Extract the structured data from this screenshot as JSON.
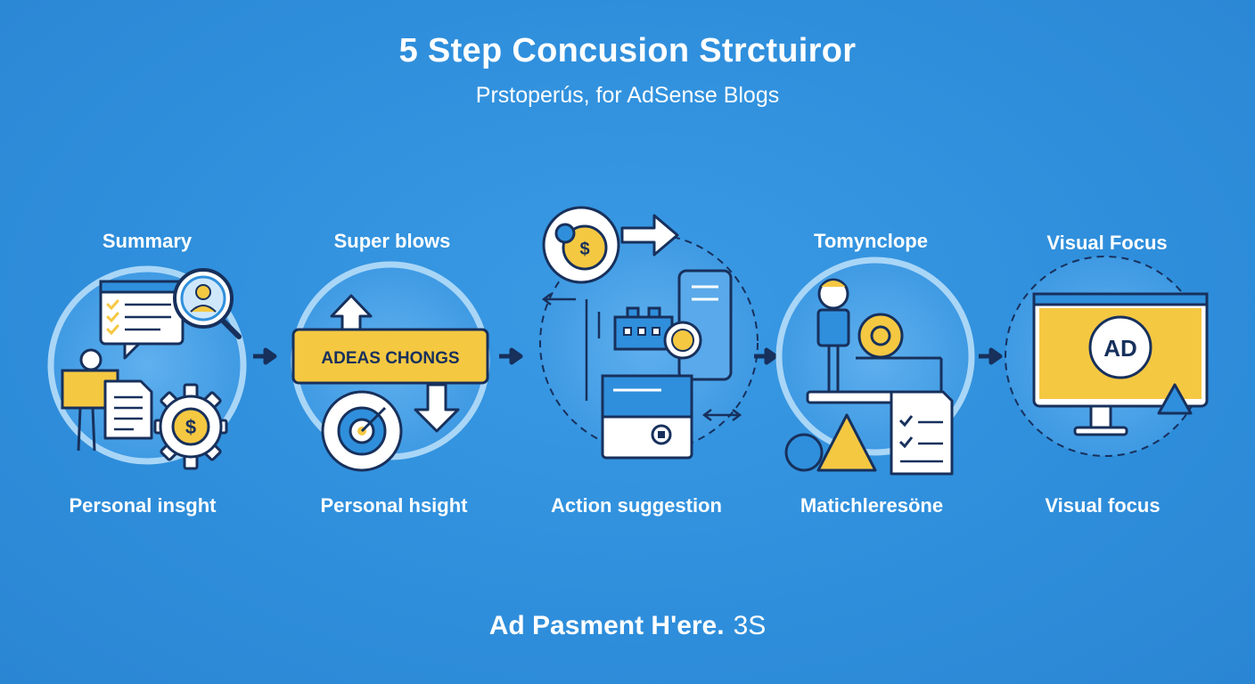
{
  "header": {
    "title": "5 Step Concusion Strctuiror",
    "subtitle": "Prstoperús, for AdSense Blogs"
  },
  "steps": [
    {
      "title": "Summary",
      "caption": "Personal insght"
    },
    {
      "title": "Super blows",
      "caption": "Personal hsight",
      "banner": "ADEAS CHONGS"
    },
    {
      "title": "",
      "caption": "Action suggestion"
    },
    {
      "title": "Tomynclope",
      "caption": "Matichleresöne"
    },
    {
      "title": "Visual Focus",
      "caption": "Visual focus",
      "badge": "AD"
    }
  ],
  "footer": {
    "text": "Ad Pasment H'ere.",
    "suffix": "3S"
  },
  "colors": {
    "background": "#2f8fdc",
    "accent": "#f5c842",
    "outline": "#17305c",
    "circle": "#8cc7f2"
  }
}
